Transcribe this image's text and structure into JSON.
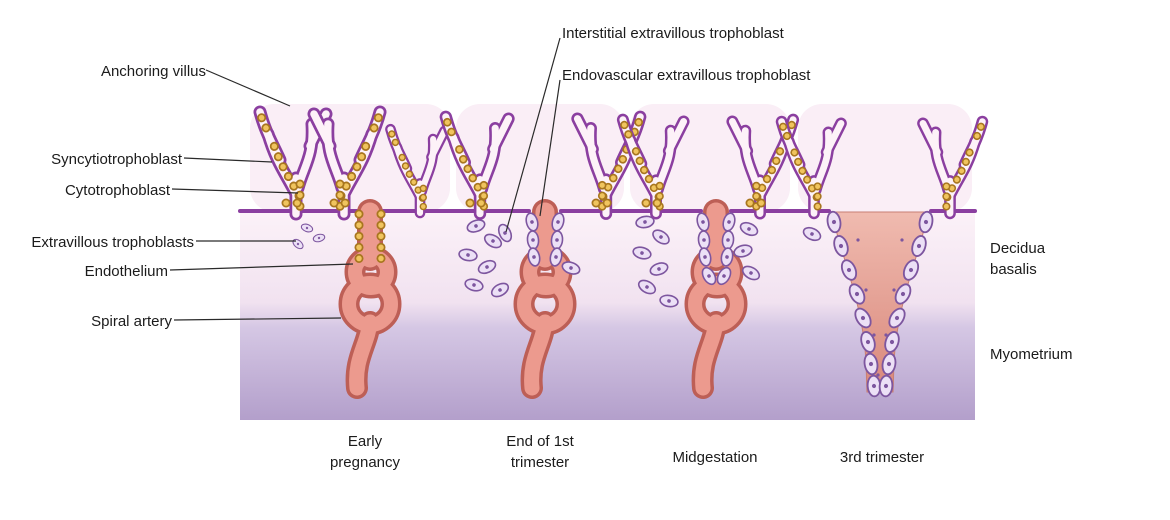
{
  "figure_labels": {
    "anchoring_villus": "Anchoring villus",
    "syncytiotrophoblast": "Syncytiotrophoblast",
    "cytotrophoblast": "Cytotrophoblast",
    "extravillous_trophoblasts": "Extravillous trophoblasts",
    "endothelium": "Endothelium",
    "spiral_artery": "Spiral artery",
    "interstitial_evt": "Interstitial extravillous trophoblast",
    "endovascular_evt": "Endovascular extravillous trophoblast",
    "decidua_basalis": "Decidua\nbasalis",
    "myometrium": "Myometrium"
  },
  "stages": [
    {
      "label": "Early\npregnancy"
    },
    {
      "label": "End of 1st\ntrimester"
    },
    {
      "label": "Midgestation"
    },
    {
      "label": "3rd trimester"
    }
  ],
  "colors": {
    "purple": "#8b3fa0",
    "villusFill": "#fdf2f8",
    "gold": "#f0c45e",
    "goldDark": "#a8761f",
    "artery": "#ec9a8e",
    "arteryDark": "#bd5f56",
    "cellFill": "#ece0f6",
    "cellStroke": "#7d569f",
    "deciduaTop": "#fcf2f8",
    "deciduaBottom": "#f1e2f0",
    "myoTop": "#d5c7e4",
    "myoBottom": "#b39fcb",
    "funnelTop": "#f0bbb0",
    "funnelBottom": "#d9887b",
    "leaderLine": "#2a2a2a",
    "text": "#1b1b1b"
  }
}
